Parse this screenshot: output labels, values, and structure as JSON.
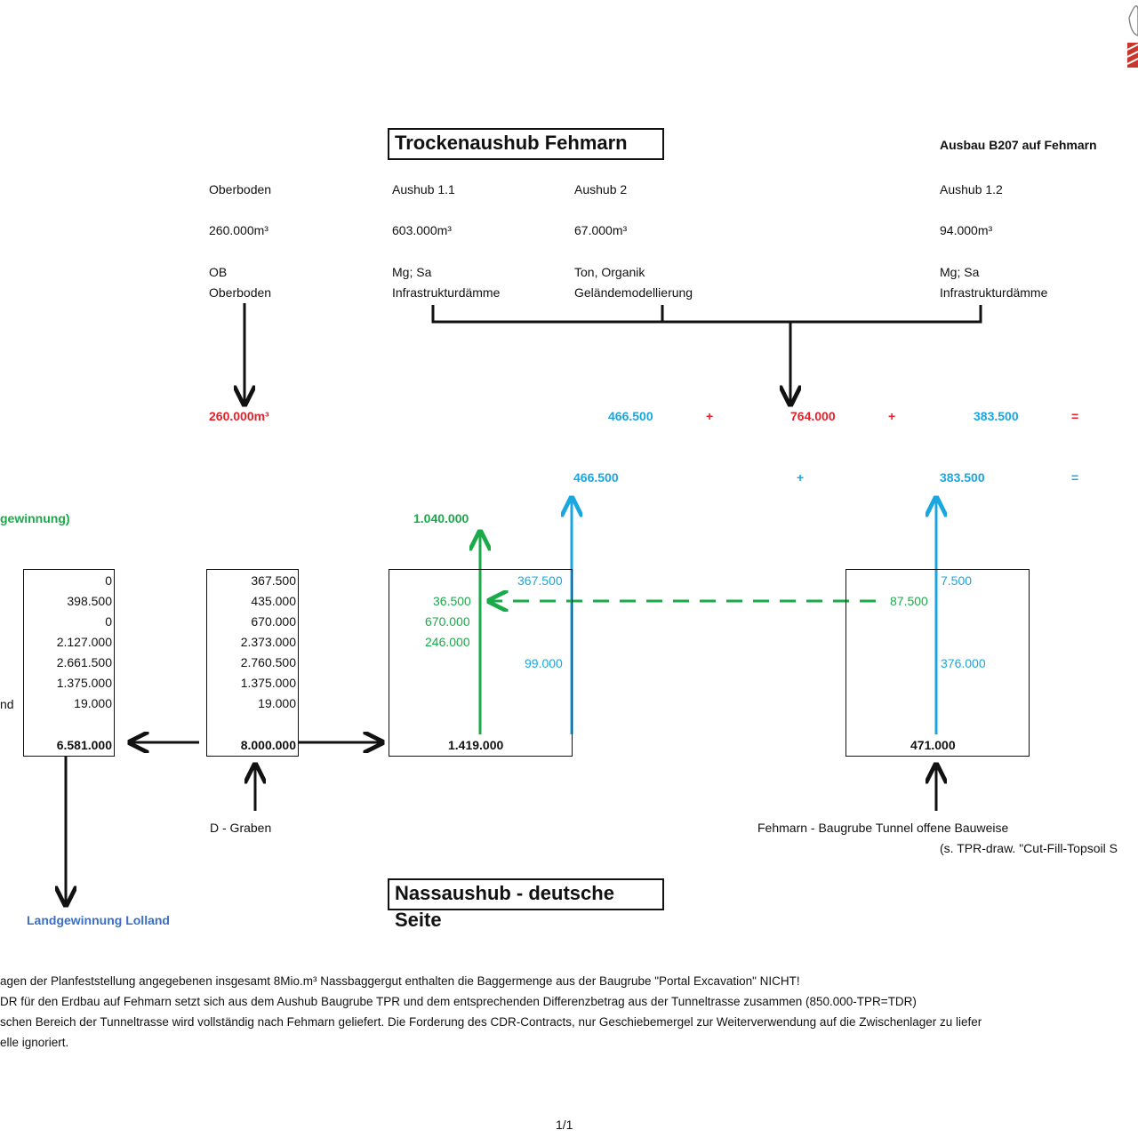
{
  "titles": {
    "dry": "Trockenaushub Fehmarn",
    "wet": "Nassaushub - deutsche Seite",
    "b207": "Ausbau B207 auf Fehmarn"
  },
  "columns": [
    {
      "name": "Oberboden",
      "volume": "260.000m³",
      "material": "OB",
      "use": "Oberboden"
    },
    {
      "name": "Aushub 1.1",
      "volume": "603.000m³",
      "material": "Mg; Sa",
      "use": "Infrastrukturdämme"
    },
    {
      "name": "Aushub 2",
      "volume": "67.000m³",
      "material": "Ton, Organik",
      "use": "Geländemodellierung"
    },
    {
      "name": "Aushub 1.2",
      "volume": "94.000m³",
      "material": "Mg; Sa",
      "use": "Infrastrukturdämme"
    }
  ],
  "sum_row_1": {
    "ob": "260.000m³",
    "a": "466.500",
    "op1": "+",
    "b": "764.000",
    "op2": "+",
    "c": "383.500",
    "eq": "="
  },
  "sum_row_2": {
    "a": "466.500",
    "op1": "+",
    "c": "383.500",
    "eq": "="
  },
  "land_label_partial": "gewinnung)",
  "green_top": "1.040.000",
  "box1": {
    "values": [
      "0",
      "398.500",
      "0",
      "2.127.000",
      "2.661.500",
      "1.375.000",
      "19.000"
    ],
    "row_label": "nd",
    "total": "6.581.000"
  },
  "box2": {
    "values": [
      "367.500",
      "435.000",
      "670.000",
      "2.373.000",
      "2.760.500",
      "1.375.000",
      "19.000"
    ],
    "total": "8.000.000"
  },
  "box3": {
    "blue1": "367.500",
    "green1": "36.500",
    "green2": "670.000",
    "green3": "246.000",
    "blue2": "99.000",
    "total": "1.419.000"
  },
  "box4": {
    "blue1": "7.500",
    "green1": "87.500",
    "blue2": "376.000",
    "total": "471.000"
  },
  "labels": {
    "d_graben": "D - Graben",
    "fehmarn_pit": "Fehmarn - Baugrube Tunnel offene Bauweise",
    "fehmarn_pit_ref": "(s. TPR-draw. \"Cut-Fill-Topsoil S",
    "lolland": "Landgewinnung Lolland"
  },
  "notes": [
    "agen der Planfeststellung angegebenen insgesamt 8Mio.m³ Nassbaggergut enthalten die Baggermenge aus der Baugrube \"Portal Excavation\" NICHT!",
    "DR  für den Erdbau auf Fehmarn setzt sich aus dem Aushub Baugrube TPR und dem entsprechenden Differenzbetrag aus der Tunneltrasse zusammen (850.000-TPR=TDR)",
    "schen Bereich der Tunneltrasse wird vollständig nach Fehmarn geliefert. Die Forderung des CDR-Contracts, nur Geschiebemergel zur Weiterverwendung auf die Zwischenlager zu liefer",
    "elle ignoriert."
  ],
  "page_number": "1/1",
  "colors": {
    "red": "#e8202a",
    "blue": "#1aa7e0",
    "green": "#1aaa4a",
    "navy": "#3a6fc8"
  }
}
